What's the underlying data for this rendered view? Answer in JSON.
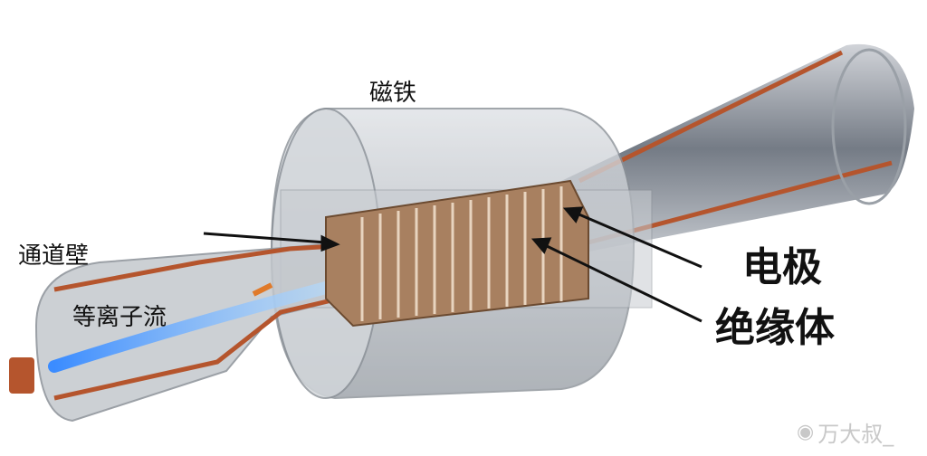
{
  "labels": {
    "magnet": "磁铁",
    "channel_wall": "通道壁",
    "plasma_flow": "等离子流",
    "electrode": "电极",
    "insulator": "绝缘体"
  },
  "watermark": {
    "icon": "weibo-icon",
    "text": "万大叔_"
  },
  "colors": {
    "wall": "#b5552d",
    "plasma": "#4aa8ff",
    "electrode": "#a88060",
    "shell": "#bfc3c8"
  }
}
